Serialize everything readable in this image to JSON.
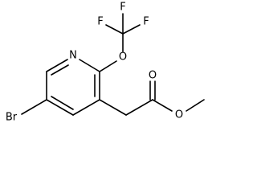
{
  "molecule": {
    "atoms": {
      "f_top": "F",
      "f_left": "F",
      "f_right": "F",
      "o_ether": "O",
      "n_ring": "N",
      "o_carbonyl": "O",
      "o_ester": "O",
      "br": "Br"
    }
  }
}
